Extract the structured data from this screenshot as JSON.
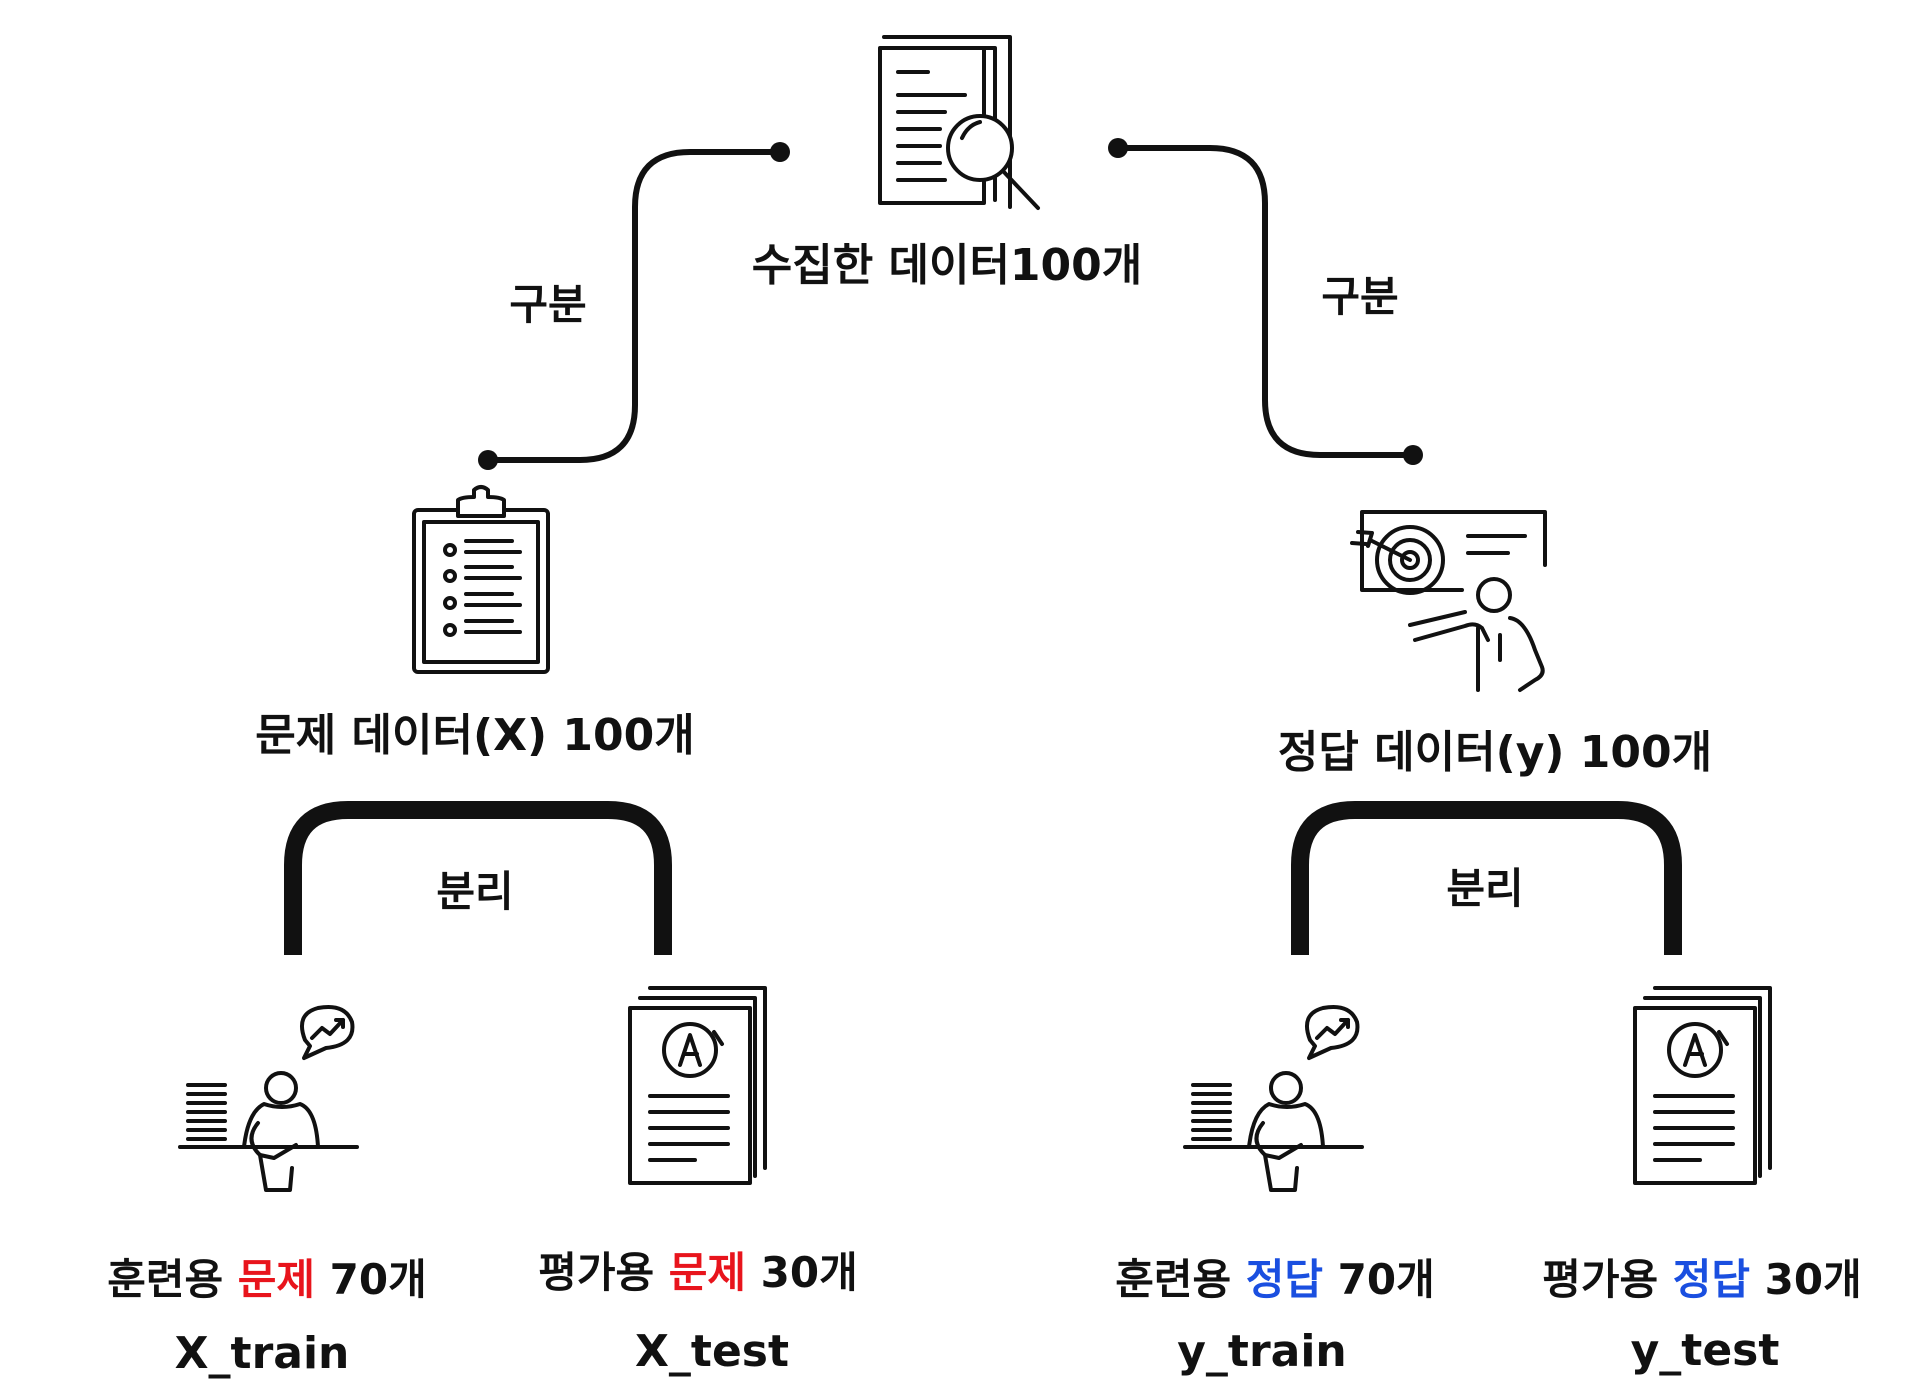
{
  "root": {
    "title": "수집한 데이터100개",
    "icon": "document-search-icon"
  },
  "divide": {
    "left_label": "구분",
    "right_label": "구분"
  },
  "problem": {
    "title": "문제 데이터(X) 100개",
    "icon": "clipboard-checklist-icon",
    "split_label": "분리",
    "train": {
      "prefix": "훈련용",
      "highlight": "문제",
      "suffix": "70개",
      "var": "X_train",
      "icon": "student-thinking-icon"
    },
    "test": {
      "prefix": "평가용",
      "highlight": "문제",
      "suffix": "30개",
      "var": "X_test",
      "icon": "graded-paper-icon"
    }
  },
  "answer": {
    "title": "정답 데이터(y) 100개",
    "icon": "target-presentation-icon",
    "split_label": "분리",
    "train": {
      "prefix": "훈련용",
      "highlight": "정답",
      "suffix": "70개",
      "var": "y_train",
      "icon": "student-thinking-icon"
    },
    "test": {
      "prefix": "평가용",
      "highlight": "정답",
      "suffix": "30개",
      "var": "y_test",
      "icon": "graded-paper-icon"
    }
  },
  "colors": {
    "problem_highlight": "#e8141c",
    "answer_highlight": "#1a4fe0",
    "line": "#111111"
  }
}
